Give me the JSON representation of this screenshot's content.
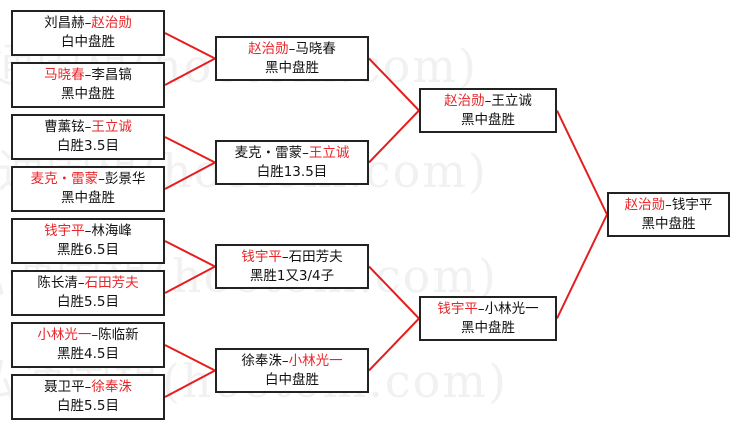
{
  "watermark": "弘通围棋(hoetom.com)",
  "colors": {
    "winner": "#e8262a",
    "line": "#e41e1e",
    "border": "#222222"
  },
  "rounds": [
    {
      "name": "round-1",
      "matches": [
        {
          "p1": "刘昌赫",
          "p2": "赵治勋",
          "winner": 2,
          "result": "白中盘胜"
        },
        {
          "p1": "马晓春",
          "p2": "李昌镐",
          "winner": 1,
          "result": "黑中盘胜"
        },
        {
          "p1": "曹薰铉",
          "p2": "王立诚",
          "winner": 2,
          "result": "白胜3.5目"
        },
        {
          "p1": "麦克・雷蒙",
          "p2": "彭景华",
          "winner": 1,
          "result": "黑中盘胜"
        },
        {
          "p1": "钱宇平",
          "p2": "林海峰",
          "winner": 1,
          "result": "黑胜6.5目"
        },
        {
          "p1": "陈长清",
          "p2": "石田芳夫",
          "winner": 2,
          "result": "白胜5.5目"
        },
        {
          "p1": "小林光一",
          "p2": "陈临新",
          "winner": 1,
          "result": "黑胜4.5目"
        },
        {
          "p1": "聂卫平",
          "p2": "徐奉洙",
          "winner": 2,
          "result": "白胜5.5目"
        }
      ]
    },
    {
      "name": "round-2",
      "matches": [
        {
          "p1": "赵治勋",
          "p2": "马晓春",
          "winner": 1,
          "result": "黑中盘胜"
        },
        {
          "p1": "麦克・雷蒙",
          "p2": "王立诚",
          "winner": 2,
          "result": "白胜13.5目"
        },
        {
          "p1": "钱宇平",
          "p2": "石田芳夫",
          "winner": 1,
          "result": "黑胜1又3/4子"
        },
        {
          "p1": "徐奉洙",
          "p2": "小林光一",
          "winner": 2,
          "result": "白中盘胜"
        }
      ]
    },
    {
      "name": "semifinal",
      "matches": [
        {
          "p1": "赵治勋",
          "p2": "王立诚",
          "winner": 1,
          "result": "黑中盘胜"
        },
        {
          "p1": "钱宇平",
          "p2": "小林光一",
          "winner": 1,
          "result": "黑中盘胜"
        }
      ]
    },
    {
      "name": "final",
      "matches": [
        {
          "p1": "赵治勋",
          "p2": "钱宇平",
          "winner": 1,
          "result": "黑中盘胜"
        }
      ]
    }
  ]
}
